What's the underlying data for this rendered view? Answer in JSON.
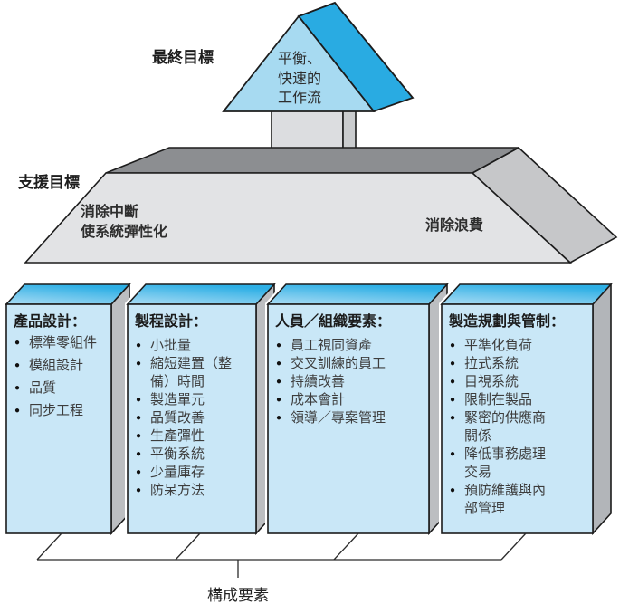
{
  "ui": {
    "bullet": "●"
  },
  "apex": {
    "label": "最終目標",
    "roof_text": "平衡、\n快速的\n工作流"
  },
  "support": {
    "label": "支援目標",
    "left_text": "消除中斷\n使系統彈性化",
    "right_text": "消除浪費"
  },
  "pillars": [
    {
      "title": "產品設計：",
      "items": [
        "標準零組件",
        "模組設計",
        "品質",
        "同步工程"
      ]
    },
    {
      "title": "製程設計：",
      "items": [
        "小批量",
        "縮短建置（整\n備）時間",
        "製造單元",
        "品質改善",
        "生產彈性",
        "平衡系統",
        "少量庫存",
        "防呆方法"
      ]
    },
    {
      "title": "人員／組織要素：",
      "items": [
        "員工視同資產",
        "交叉訓練的員工",
        "持續改善",
        "成本會計",
        "領導／專案管理"
      ]
    },
    {
      "title": "製造規劃與管制：",
      "items": [
        "平準化負荷",
        "拉式系統",
        "目視系統",
        "限制在製品",
        "緊密的供應商\n關係",
        "降低事務處理\n交易",
        "預防維護與內\n部管理"
      ]
    }
  ],
  "footer": {
    "label": "構成要素"
  },
  "colors": {
    "roof_front": "#a7daf1",
    "roof_side": "#29abe2",
    "box_front": "#c9e7f7",
    "box_top_light": "#aadcf4",
    "box_top_dark": "#2dafe5",
    "box_side": "#bcbec1",
    "trapezoid_front": "#e2e3e5",
    "trapezoid_top": "#8c8e91",
    "trapezoid_side": "#c6c7c9",
    "chimney": "#dcdde0",
    "chimney_side": "#caccce",
    "outline": "#1c1c1c"
  }
}
